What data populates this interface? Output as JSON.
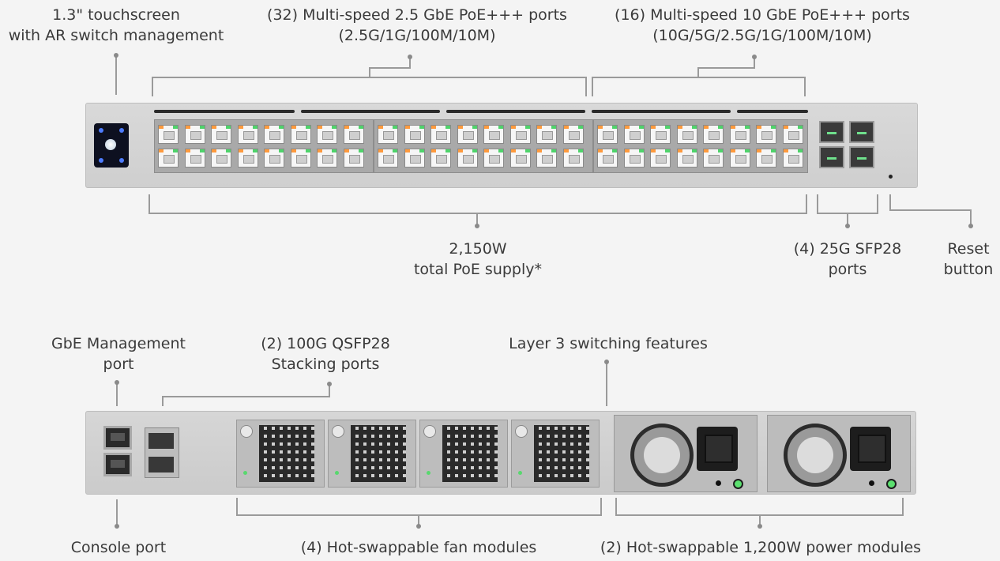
{
  "front_labels": {
    "touchscreen": [
      "1.3\" touchscreen",
      "with AR switch management"
    ],
    "ports_25": [
      "(32) Multi-speed 2.5 GbE PoE+++ ports",
      "(2.5G/1G/100M/10M)"
    ],
    "ports_10": [
      "(16) Multi-speed 10 GbE PoE+++ ports",
      "(10G/5G/2.5G/1G/100M/10M)"
    ],
    "poe_supply": [
      "2,150W",
      "total PoE supply*"
    ],
    "sfp28": [
      "(4) 25G SFP28",
      "ports"
    ],
    "reset": [
      "Reset",
      "button"
    ]
  },
  "rear_labels": {
    "mgmt": [
      "GbE Management",
      "port"
    ],
    "qsfp": [
      "(2) 100G QSFP28",
      "Stacking ports"
    ],
    "layer3": [
      "Layer 3 switching features"
    ],
    "console": [
      "Console port"
    ],
    "fans": [
      "(4) Hot-swappable fan modules"
    ],
    "power": [
      "(2) Hot-swappable 1,200W power modules"
    ]
  },
  "colors": {
    "led_orange": "#ff9a3d",
    "led_green": "#4fd36b",
    "touch_accent": "#4e7cff"
  },
  "icons": [
    "touchscreen-icon",
    "rj45-port-icon",
    "sfp-port-icon",
    "fan-module-icon",
    "power-module-icon"
  ]
}
